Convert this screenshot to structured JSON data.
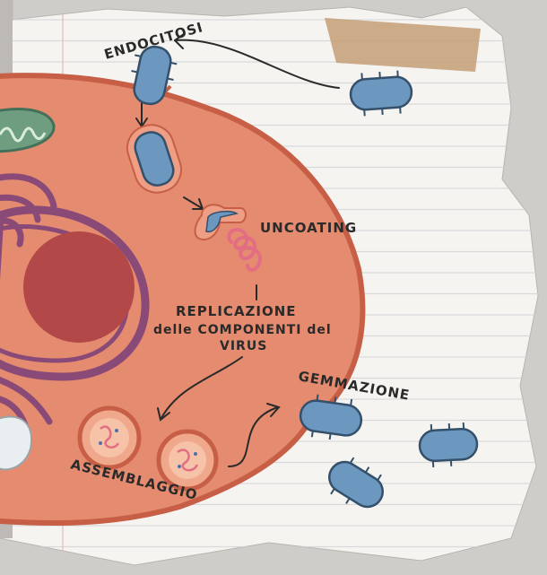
{
  "labels": {
    "endocitosi": "ENDOCITOSI",
    "uncoating": "UNCOATING",
    "replicazione_line1": "REPLICAZIONE",
    "replicazione_line2": "delle COMPONENTI del",
    "replicazione_line3": "VIRUS",
    "gemmazione": "GEMMAZIONE",
    "assemblaggio": "ASSEMBLAGGIO"
  },
  "colors": {
    "background": "#cfcdca",
    "paper": "#f6f4f0",
    "paper_lines": "#d9d9dc",
    "margin_line": "#e3b9b9",
    "tape": "#c8a47f",
    "cell_fill": "#e58b6f",
    "cell_border": "#c65f45",
    "nucleus": "#b24848",
    "nuclear_envelope": "#8a4a78",
    "er": "#8a4a78",
    "virus_fill": "#6c97bf",
    "virus_outline": "#34506b",
    "mitochondrion": "#6e9e7f",
    "rna": "#e36d83",
    "vesicle_fill": "#f0a88d",
    "ink": "#2a2a2a"
  }
}
